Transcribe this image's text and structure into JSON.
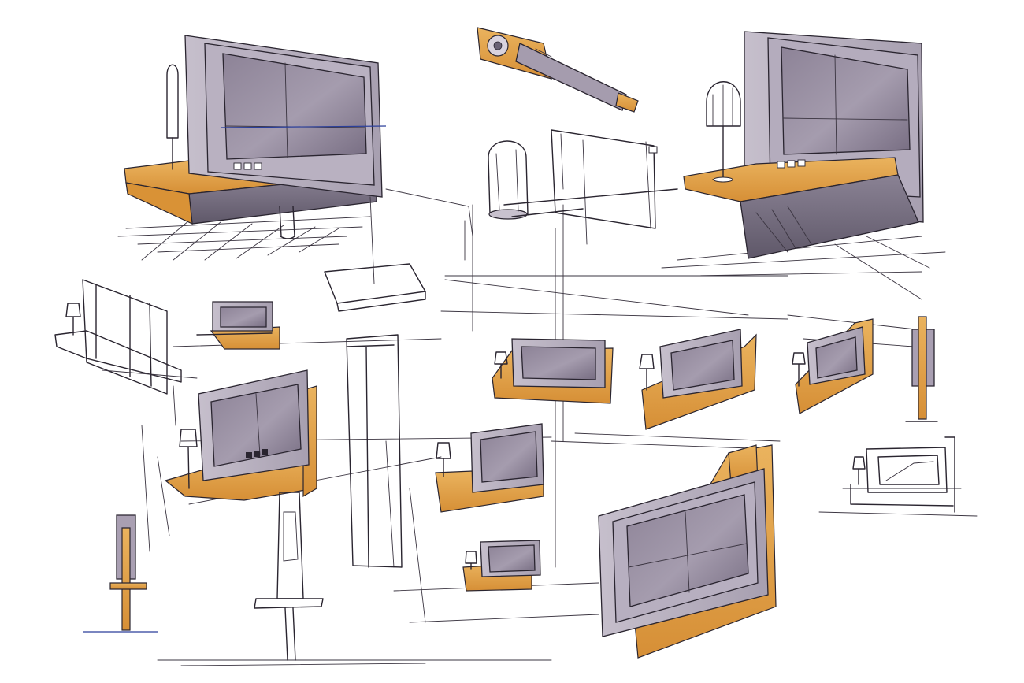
{
  "colors": {
    "paper": "#ffffff",
    "ink": "#2a2530",
    "marker_grey": "#9a8fa2",
    "screen_grey": "#7e7488",
    "wood_orange": "#e2a04a",
    "accent_blue": "#2b3f9a"
  },
  "sketches": [
    "tv-on-wall-shelf-with-lamp",
    "wall-bracket-speaker",
    "cylinder-lamp-and-stand",
    "tv-wall-cabinet-with-lamp",
    "flat-wall-unit",
    "small-tv-on-shelf",
    "angled-tv-on-pedestal",
    "tv-on-wood-panel",
    "tv-on-wood-panel-with-lamp",
    "small-tv-on-wood-panel",
    "narrow-floor-column",
    "floor-tv-unit",
    "tv-on-low-wood-base",
    "curved-tv-wall-panel",
    "small-tv-on-stand",
    "floor-pole-stand",
    "tall-floor-column"
  ]
}
